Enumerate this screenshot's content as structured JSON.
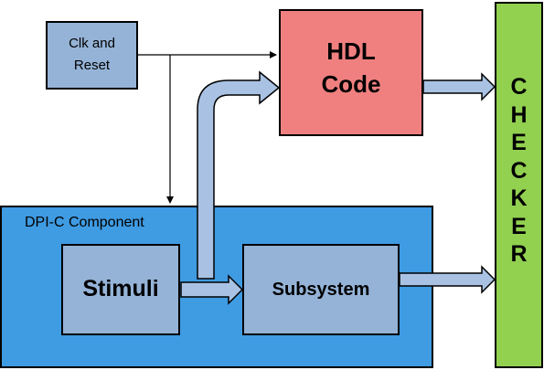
{
  "blocks": {
    "clk_reset": "Clk and\nReset",
    "hdl_code": "HDL\nCode",
    "dpi_component": "DPI-C Component",
    "stimuli": "Stimuli",
    "subsystem": "Subsystem",
    "checker": "CHECKER"
  },
  "colors": {
    "clk_fill": "#95b3d7",
    "hdl_fill": "#f08080",
    "dpi_fill": "#3f9be2",
    "inner_fill": "#95b3d7",
    "checker_fill": "#92d050",
    "arrow_fill": "#a9c2e4"
  }
}
